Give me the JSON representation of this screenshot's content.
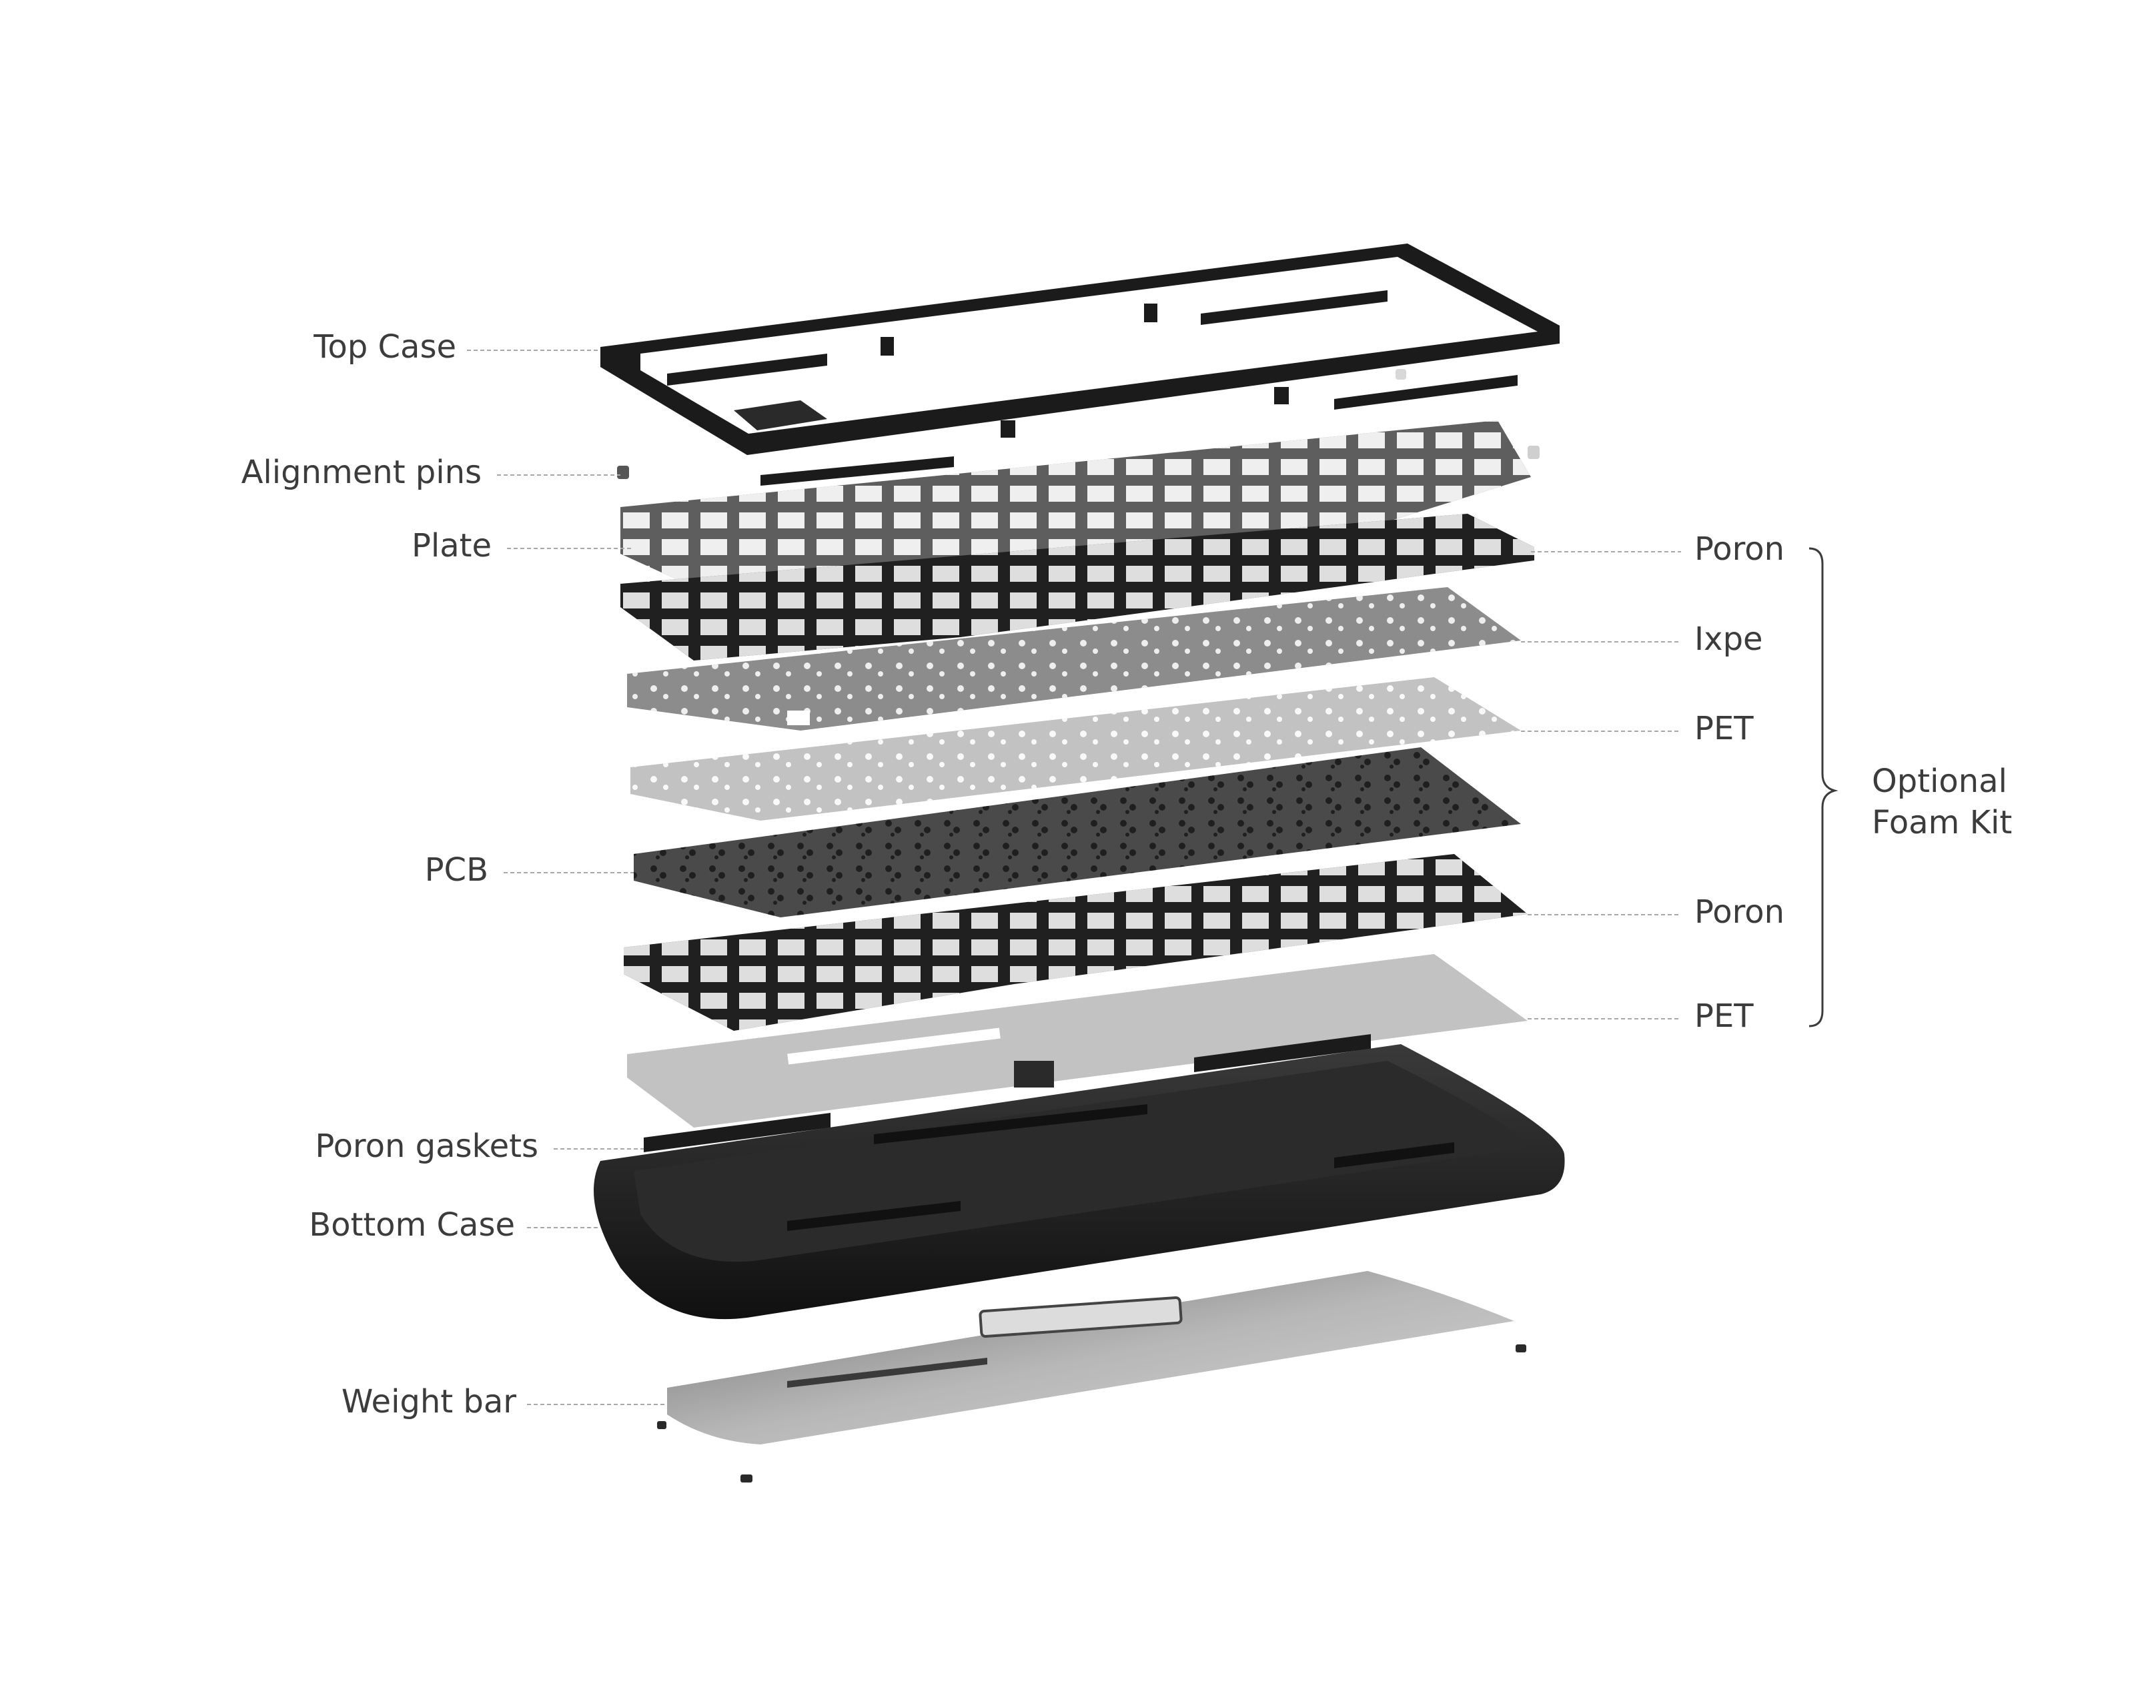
{
  "colors": {
    "background": "#ffffff",
    "label_text": "#3c3c3c",
    "leader_line": "#a8a8a8",
    "case_black": "#1b1b1b",
    "plate_gray": "#5e5e5e",
    "poron_black": "#202020",
    "ixpe_gray": "#8c8c8c",
    "pet_light": "#c2c2c2",
    "pcb_dark": "#4a4a4a",
    "weight_bar": "#a9a9a9"
  },
  "labels_left": [
    {
      "id": "top-case",
      "text": "Top Case"
    },
    {
      "id": "alignment-pins",
      "text": "Alignment pins"
    },
    {
      "id": "plate",
      "text": "Plate"
    },
    {
      "id": "pcb",
      "text": "PCB"
    },
    {
      "id": "poron-gaskets",
      "text": "Poron gaskets"
    },
    {
      "id": "bottom-case",
      "text": "Bottom Case"
    },
    {
      "id": "weight-bar",
      "text": "Weight bar"
    }
  ],
  "labels_right": [
    {
      "id": "poron-1",
      "text": "Poron"
    },
    {
      "id": "ixpe",
      "text": "Ixpe"
    },
    {
      "id": "pet-1",
      "text": "PET"
    },
    {
      "id": "poron-2",
      "text": "Poron"
    },
    {
      "id": "pet-2",
      "text": "PET"
    }
  ],
  "brace_group": {
    "line1": "Optional",
    "line2": "Foam Kit"
  }
}
